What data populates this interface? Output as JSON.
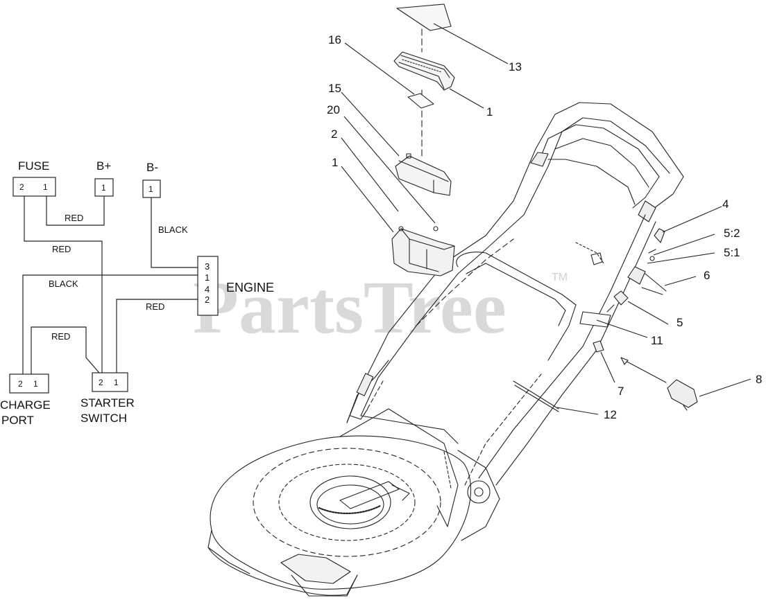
{
  "watermark": {
    "text": "PartsTree",
    "tm": "TM"
  },
  "wiring": {
    "fuse": {
      "title": "FUSE",
      "pins": [
        "2",
        "1"
      ]
    },
    "bplus": {
      "title": "B+",
      "pins": [
        "1"
      ]
    },
    "bminus": {
      "title": "B-",
      "pins": [
        "1"
      ]
    },
    "engine": {
      "title": "ENGINE",
      "pins": [
        "3",
        "1",
        "4",
        "2"
      ]
    },
    "charge_port": {
      "title_line1": "CHARGE",
      "title_line2": "PORT",
      "pins": [
        "2",
        "1"
      ]
    },
    "starter_switch": {
      "title_line1": "STARTER",
      "title_line2": "SWITCH",
      "pins": [
        "2",
        "1"
      ]
    },
    "wires": {
      "fuse_to_bplus": "RED",
      "fuse_to_switch": "RED",
      "bminus_to_engine": "BLACK",
      "engine_to_charge": "BLACK",
      "engine_to_switch": "RED",
      "charge_to_switch": "RED"
    }
  },
  "callouts": {
    "c13": "13",
    "c16": "16",
    "c1_top": "1",
    "c15": "15",
    "c20": "20",
    "c2": "2",
    "c1_tray": "1",
    "c4": "4",
    "c5_2": "5:2",
    "c5_1": "5:1",
    "c6": "6",
    "c5": "5",
    "c11": "11",
    "c7": "7",
    "c8": "8",
    "c12": "12"
  }
}
